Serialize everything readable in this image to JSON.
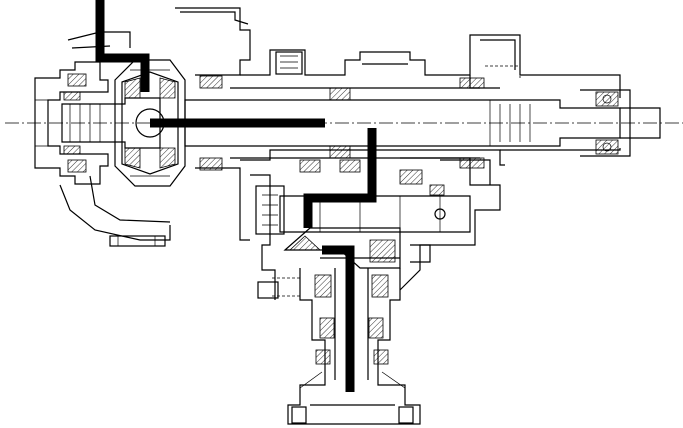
{
  "diagram": {
    "kind": "transfer case power-flow cross-section",
    "colors": {
      "line": "#000000",
      "background": "#ffffff",
      "flow_arrow": "#000000"
    },
    "flow_arrows": [
      {
        "id": "input",
        "direction": "down"
      },
      {
        "id": "rear-output",
        "direction": "right"
      },
      {
        "id": "transfer",
        "direction": "down"
      },
      {
        "id": "front-output",
        "direction": "down"
      }
    ]
  }
}
